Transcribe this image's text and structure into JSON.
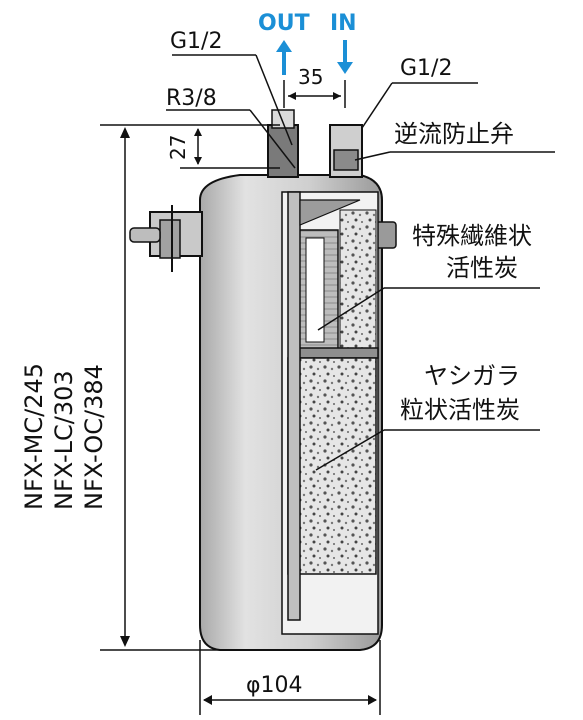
{
  "labels": {
    "out": "OUT",
    "in": "IN",
    "g_left": "G1/2",
    "g_right": "G1/2",
    "r": "R3/8",
    "dim_35": "35",
    "dim_27": "27",
    "dim_104": "φ104",
    "check_valve": "逆流防止弁",
    "fiber_carbon_1": "特殊繊維状",
    "fiber_carbon_2": "活性炭",
    "coconut_1": "ヤシガラ",
    "coconut_2": "粒状活性炭",
    "model_1": "NFX-MC/245",
    "model_2": "NFX-LC/303",
    "model_3": "NFX-OC/384"
  },
  "colors": {
    "arrow_blue": "#1b8fd6",
    "body_gray": "#d4d4d4",
    "shadow_gray": "#a8a8a8"
  }
}
